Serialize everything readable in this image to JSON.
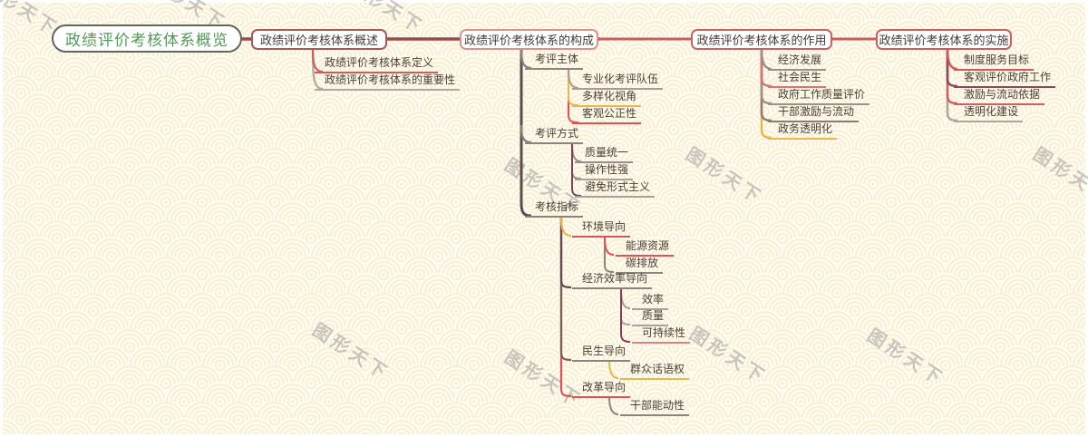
{
  "root": {
    "label": "政绩评价考核体系概览"
  },
  "branches": [
    {
      "label": "政绩评价考核体系概述",
      "children": [
        {
          "label": "政绩评价考核体系定义"
        },
        {
          "label": "政绩评价考核体系的重要性"
        }
      ]
    },
    {
      "label": "政绩评价考核体系的构成",
      "children": [
        {
          "label": "考评主体",
          "children": [
            {
              "label": "专业化考评队伍"
            },
            {
              "label": "多样化视角"
            },
            {
              "label": "客观公正性"
            }
          ]
        },
        {
          "label": "考评方式",
          "children": [
            {
              "label": "质量统一"
            },
            {
              "label": "操作性强"
            },
            {
              "label": "避免形式主义"
            }
          ]
        },
        {
          "label": "考核指标",
          "children": [
            {
              "label": "环境导向",
              "children": [
                {
                  "label": "能源资源"
                },
                {
                  "label": "碳排放"
                }
              ]
            },
            {
              "label": "经济效率导向",
              "children": [
                {
                  "label": "效率"
                },
                {
                  "label": "质量"
                },
                {
                  "label": "可持续性"
                }
              ]
            },
            {
              "label": "民生导向",
              "children": [
                {
                  "label": "群众话语权"
                }
              ]
            },
            {
              "label": "改革导向",
              "children": [
                {
                  "label": "干部能动性"
                }
              ]
            }
          ]
        }
      ]
    },
    {
      "label": "政绩评价考核体系的作用",
      "children": [
        {
          "label": "经济发展"
        },
        {
          "label": "社会民生"
        },
        {
          "label": "政府工作质量评价"
        },
        {
          "label": "干部激励与流动"
        },
        {
          "label": "政务透明化"
        }
      ]
    },
    {
      "label": "政绩评价考核体系的实施",
      "children": [
        {
          "label": "制度服务目标"
        },
        {
          "label": "客观评价政府工作"
        },
        {
          "label": "激励与流动依据"
        },
        {
          "label": "透明化建设"
        }
      ]
    }
  ],
  "watermark": {
    "text": "图形天下"
  },
  "colors": {
    "background_cream": "#faf0d8",
    "pattern_arc": "#fffdf4",
    "root_text_green": "#4f9b55",
    "root_border": "#61675b",
    "node_text": "#4a3e36",
    "main_line_dark_red": "#9b4a4a",
    "red": "#e05252",
    "pink_red": "#dc7373",
    "salmon": "#e08080",
    "yellow": "#e8b84b",
    "gray_line": "#aca096",
    "maroon": "#7d4057",
    "dark_trunk": "#5d4b4e"
  }
}
